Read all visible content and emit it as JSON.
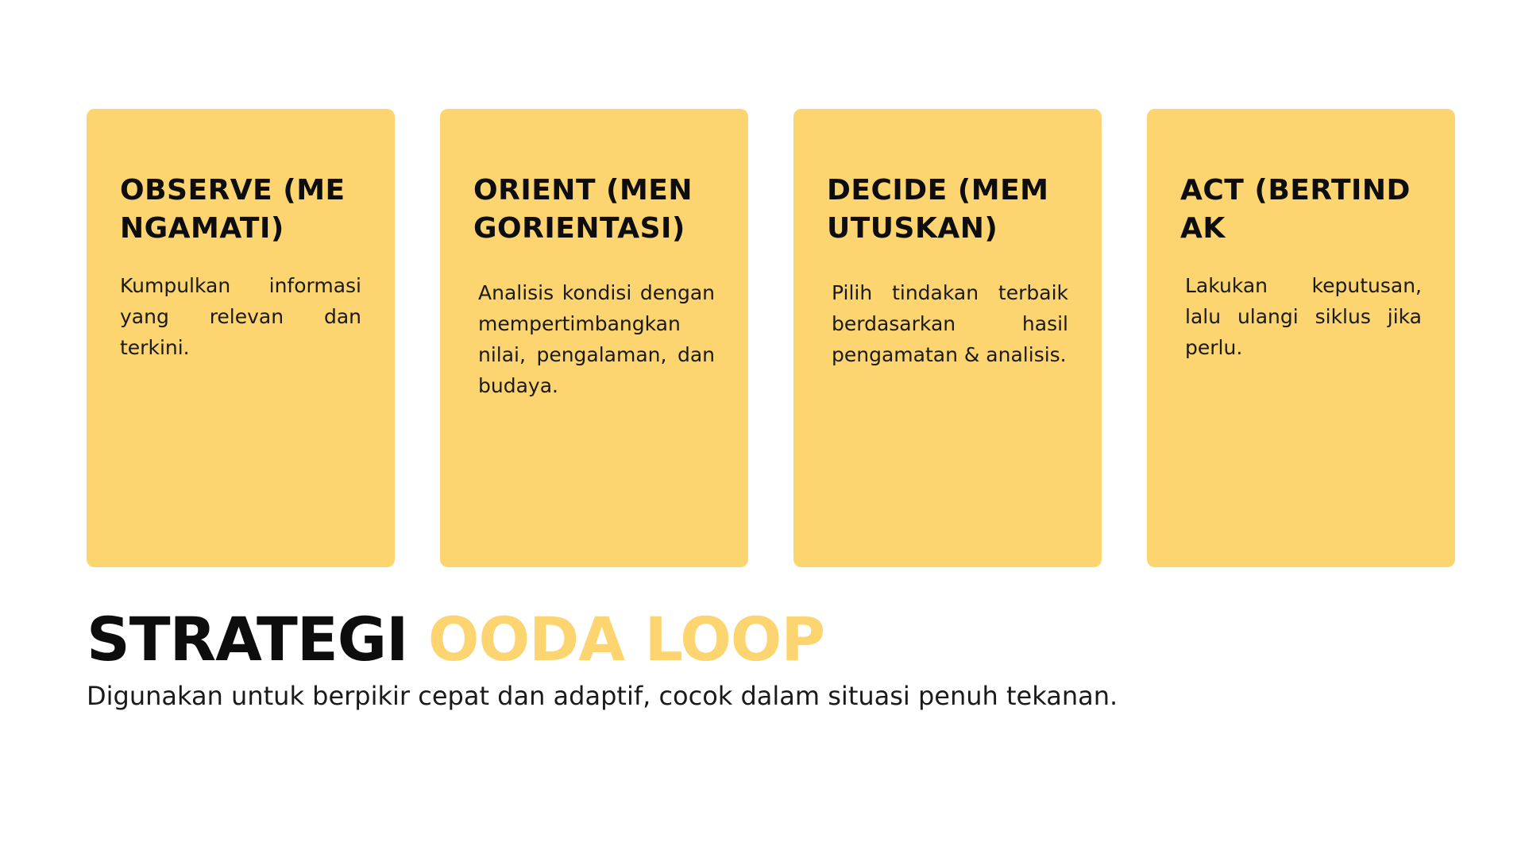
{
  "colors": {
    "card_background": "#fcd470",
    "accent": "#fcd470",
    "text_dark": "#0d0d0d",
    "page_background": "#ffffff"
  },
  "cards": [
    {
      "title": "OBSERVE (MENGAMATI)",
      "description": "Kumpulkan informasi yang relevan dan terkini."
    },
    {
      "title": "ORIENT (MENGORIENTASI)",
      "description": "Analisis kondisi dengan mempertimbangkan nilai, pengalaman, dan budaya."
    },
    {
      "title": "DECIDE (MEMUTUSKAN)",
      "description": "Pilih tindakan terbaik berdasarkan hasil pengamatan & analisis."
    },
    {
      "title": "ACT (BERTINDAK",
      "description": "Lakukan keputusan, lalu ulangi siklus jika perlu."
    }
  ],
  "headline": {
    "part1": "STRATEGI",
    "part2": "OODA LOOP"
  },
  "subtitle": "Digunakan untuk berpikir cepat dan adaptif, cocok dalam situasi penuh tekanan."
}
